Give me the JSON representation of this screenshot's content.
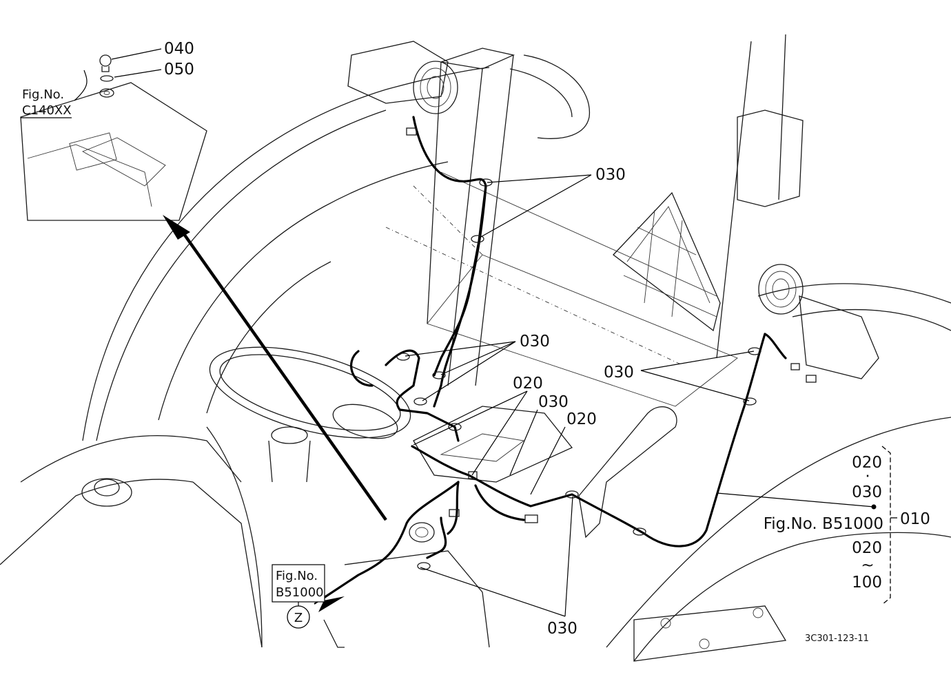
{
  "diagram": {
    "part_labels": {
      "p040": "040",
      "p050": "050",
      "p030_top": "030",
      "p030_center": "030",
      "p030_right": "030",
      "p020_a": "020",
      "p030_mid": "030",
      "p020_b": "020",
      "p030_bottom": "030"
    },
    "ref_c140": {
      "line1": "Fig.No.",
      "line2": "C140XX"
    },
    "ref_b51000_box": {
      "line1": "Fig.No.",
      "line2": "B51000"
    },
    "view_marker": "Z",
    "legend": {
      "range_a_start": "020",
      "range_a_sep": "·",
      "range_a_end": "030",
      "figure": "Fig.No. B51000",
      "assembly": "010",
      "range_b_start": "020",
      "range_b_sep": "~",
      "range_b_end": "100"
    },
    "drawing_code": "3C301-123-11"
  }
}
